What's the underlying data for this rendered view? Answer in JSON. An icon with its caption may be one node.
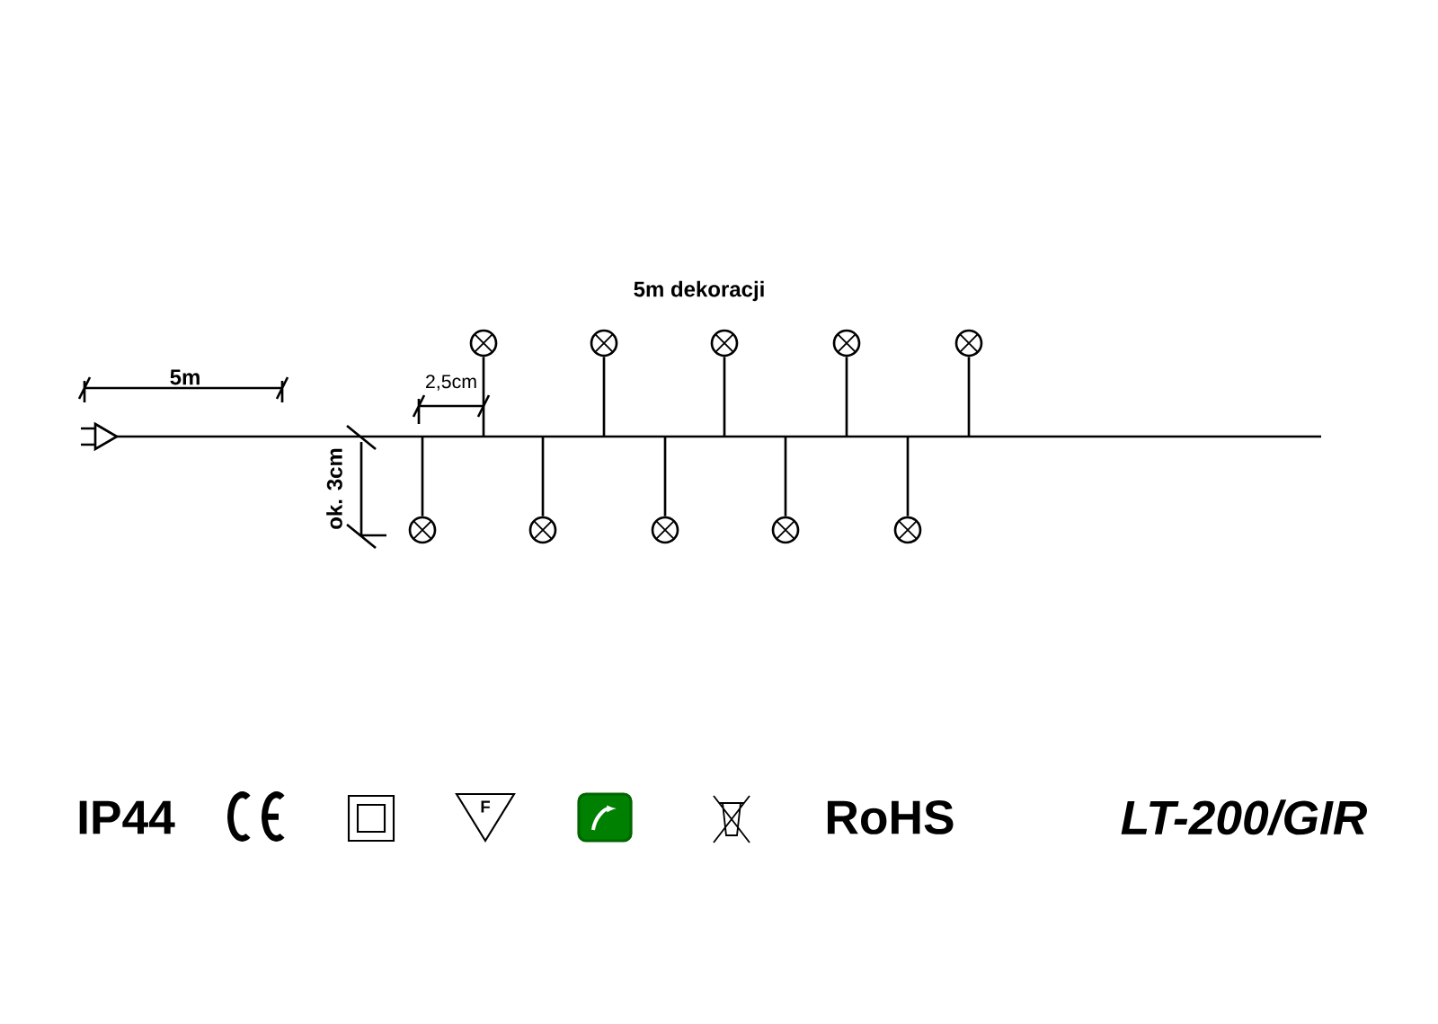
{
  "diagram": {
    "nodes": [
      {
        "text": [],
        "shape": "plug"
      },
      {
        "text": [],
        "shape": "bar"
      },
      {
        "text": [],
        "shape": "circle"
      },
      {
        "text": [],
        "shape": "circle"
      },
      {
        "text": [],
        "shape": "circle"
      },
      {
        "text": [],
        "shape": "circle"
      },
      {
        "text": [],
        "shape": "circle"
      },
      {
        "text": [],
        "shape": "circle"
      },
      {
        "text": [],
        "shape": "circle"
      },
      {
        "text": [],
        "shape": "circle"
      },
      {
        "text": [],
        "shape": "circle"
      },
      {
        "text": [],
        "shape": "circle"
      }
    ],
    "edges": [
      {
        "from": 1,
        "to": 2,
        "arrow": "none"
      },
      {
        "from": 1,
        "to": 3,
        "arrow": "none"
      },
      {
        "from": 1,
        "to": 4,
        "arrow": "none"
      },
      {
        "from": 1,
        "to": 5,
        "arrow": "none"
      },
      {
        "from": 1,
        "to": 6,
        "arrow": "none"
      },
      {
        "from": 1,
        "to": 7,
        "arrow": "none"
      },
      {
        "from": 1,
        "to": 8,
        "arrow": "none"
      },
      {
        "from": 1,
        "to": 9,
        "arrow": "none"
      },
      {
        "from": 1,
        "to": 10,
        "arrow": "none"
      },
      {
        "from": 1,
        "to": 11,
        "arrow": "none"
      }
    ],
    "labels": [
      "5m dekoracji",
      "5m",
      "2,5cm",
      "ok. 3cm",
      "IP44",
      "F",
      "RoHS",
      "LT-200/GIR"
    ]
  }
}
